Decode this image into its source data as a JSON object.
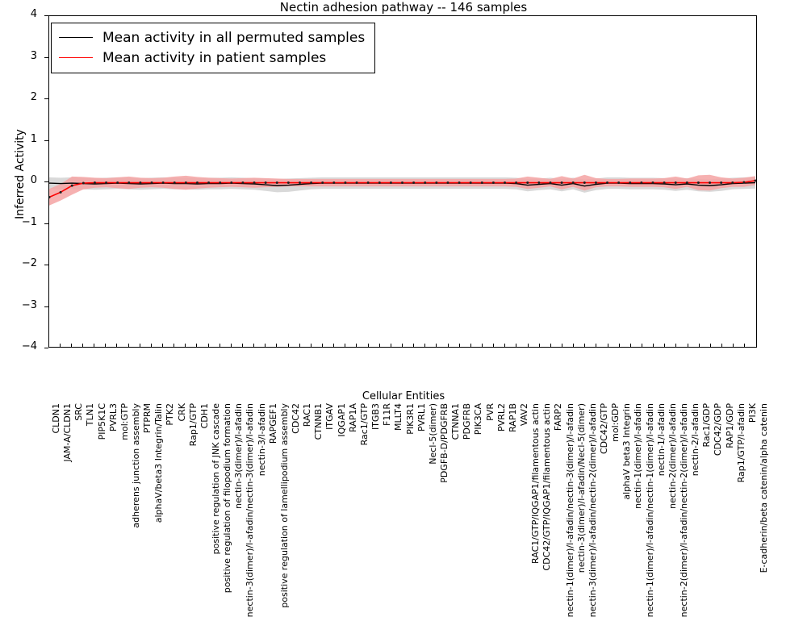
{
  "chart_data": {
    "type": "line",
    "title": "Nectin adhesion pathway -- 146 samples",
    "xlabel": "Cellular Entities",
    "ylabel": "Inferred Activity",
    "ylim": [
      -4,
      4
    ],
    "yticks": [
      -4,
      -3,
      -2,
      -1,
      0,
      1,
      2,
      3,
      4
    ],
    "ytick_labels": [
      "-4",
      "-3",
      "-2",
      "-1",
      "0",
      "1",
      "2",
      "3",
      "4"
    ],
    "grid": false,
    "legend_position": "upper left",
    "legend": [
      {
        "label": "Mean activity in all permuted samples",
        "color": "#000000"
      },
      {
        "label": "Mean activity in patient samples",
        "color": "#ff0000"
      }
    ],
    "categories": [
      "CLDN1",
      "JAM-A/CLDN1",
      "SRC",
      "TLN1",
      "PIP5K1C",
      "PVRL3",
      "mol:GTP",
      "adherens junction assembly",
      "PTPRM",
      "alphaV/beta3 Integrin/Talin",
      "PTK2",
      "CRK",
      "Rap1/GTP",
      "CDH1",
      "positive regulation of JNK cascade",
      "positive regulation of filopodium formation",
      "nectin-3(dimer)/l-afadin",
      "nectin-3(dimer)/l-afadin/nectin-3(dimer)/l-afadin",
      "nectin-3/l-afadin",
      "RAPGEF1",
      "positive regulation of lamellipodium assembly",
      "CDC42",
      "RAC1",
      "CTNNB1",
      "ITGAV",
      "IQGAP1",
      "RAP1A",
      "Rac1/GTP",
      "ITGB3",
      "F11R",
      "MLLT4",
      "PIK3R1",
      "PVRL1",
      "Necl-5(dimer)",
      "PDGFB-D/PDGFRB",
      "CTNNA1",
      "PDGFRB",
      "PIK3CA",
      "PVR",
      "PVRL2",
      "RAP1B",
      "VAV2",
      "RAC1/GTP/IQGAP1/filamentous actin",
      "CDC42/GTP/IQGAP1/filamentous actin",
      "FARP2",
      "nectin-1(dimer)/l-afadin/nectin-3(dimer)/l-afadin",
      "nectin-3(dimer)/l-afadin/Necl-5(dimer)",
      "nectin-3(dimer)/l-afadin/nectin-2(dimer)/l-afadin",
      "CDC42/GTP",
      "mol:GDP",
      "alphaV beta3 Integrin",
      "nectin-1(dimer)/l-afadin",
      "nectin-1(dimer)/l-afadin/nectin-1(dimer)/l-afadin",
      "nectin-1/l-afadin",
      "nectin-2(dimer)/l-afadin",
      "nectin-2(dimer)/l-afadin/nectin-2(dimer)/l-afadin",
      "nectin-2/l-afadin",
      "Rac1/GDP",
      "CDC42/GDP",
      "RAP1/GDP",
      "Rap1/GTP/l-afadin",
      "PI3K",
      "E-cadherin/beta catenin/alpha catenin"
    ],
    "series": [
      {
        "name": "Mean activity in all permuted samples",
        "color": "#000000",
        "values": [
          -0.04,
          -0.05,
          -0.04,
          -0.05,
          -0.06,
          -0.05,
          -0.04,
          -0.05,
          -0.06,
          -0.05,
          -0.04,
          -0.05,
          -0.05,
          -0.06,
          -0.05,
          -0.05,
          -0.04,
          -0.05,
          -0.06,
          -0.08,
          -0.1,
          -0.09,
          -0.07,
          -0.05,
          -0.04,
          -0.04,
          -0.04,
          -0.04,
          -0.04,
          -0.04,
          -0.04,
          -0.04,
          -0.04,
          -0.04,
          -0.04,
          -0.04,
          -0.04,
          -0.04,
          -0.04,
          -0.04,
          -0.04,
          -0.05,
          -0.09,
          -0.07,
          -0.05,
          -0.09,
          -0.05,
          -0.11,
          -0.07,
          -0.04,
          -0.04,
          -0.05,
          -0.05,
          -0.05,
          -0.06,
          -0.08,
          -0.06,
          -0.09,
          -0.1,
          -0.08,
          -0.05,
          -0.04,
          -0.03
        ],
        "band_upper": [
          0.1,
          0.09,
          0.1,
          0.09,
          0.08,
          0.09,
          0.1,
          0.09,
          0.08,
          0.09,
          0.1,
          0.09,
          0.09,
          0.08,
          0.09,
          0.09,
          0.1,
          0.09,
          0.08,
          0.07,
          0.06,
          0.07,
          0.08,
          0.09,
          0.1,
          0.1,
          0.1,
          0.1,
          0.1,
          0.1,
          0.1,
          0.1,
          0.1,
          0.1,
          0.1,
          0.1,
          0.1,
          0.1,
          0.1,
          0.1,
          0.1,
          0.09,
          0.06,
          0.07,
          0.09,
          0.06,
          0.09,
          0.05,
          0.07,
          0.1,
          0.1,
          0.09,
          0.09,
          0.09,
          0.08,
          0.07,
          0.08,
          0.06,
          0.05,
          0.07,
          0.09,
          0.1,
          0.11
        ],
        "band_lower": [
          -0.18,
          -0.19,
          -0.18,
          -0.19,
          -0.2,
          -0.19,
          -0.18,
          -0.19,
          -0.2,
          -0.19,
          -0.18,
          -0.19,
          -0.19,
          -0.2,
          -0.19,
          -0.19,
          -0.18,
          -0.19,
          -0.2,
          -0.23,
          -0.26,
          -0.25,
          -0.22,
          -0.19,
          -0.18,
          -0.18,
          -0.18,
          -0.18,
          -0.18,
          -0.18,
          -0.18,
          -0.18,
          -0.18,
          -0.18,
          -0.18,
          -0.18,
          -0.18,
          -0.18,
          -0.18,
          -0.18,
          -0.18,
          -0.19,
          -0.24,
          -0.21,
          -0.19,
          -0.24,
          -0.19,
          -0.27,
          -0.21,
          -0.18,
          -0.18,
          -0.19,
          -0.19,
          -0.19,
          -0.2,
          -0.23,
          -0.2,
          -0.24,
          -0.25,
          -0.23,
          -0.19,
          -0.18,
          -0.17
        ]
      },
      {
        "name": "Mean activity in patient samples",
        "color": "#ff0000",
        "values": [
          -0.38,
          -0.26,
          -0.1,
          -0.04,
          -0.03,
          -0.03,
          -0.03,
          -0.03,
          -0.03,
          -0.03,
          -0.03,
          -0.03,
          -0.03,
          -0.03,
          -0.03,
          -0.03,
          -0.03,
          -0.03,
          -0.03,
          -0.03,
          -0.03,
          -0.03,
          -0.03,
          -0.03,
          -0.03,
          -0.03,
          -0.03,
          -0.03,
          -0.03,
          -0.03,
          -0.03,
          -0.03,
          -0.03,
          -0.03,
          -0.03,
          -0.03,
          -0.03,
          -0.03,
          -0.03,
          -0.03,
          -0.03,
          -0.03,
          -0.03,
          -0.03,
          -0.03,
          -0.03,
          -0.03,
          -0.03,
          -0.03,
          -0.03,
          -0.03,
          -0.03,
          -0.03,
          -0.03,
          -0.03,
          -0.03,
          -0.03,
          -0.03,
          -0.03,
          -0.03,
          -0.03,
          -0.02,
          0.02
        ],
        "band_upper": [
          -0.18,
          -0.06,
          0.12,
          0.11,
          0.09,
          0.08,
          0.1,
          0.12,
          0.09,
          0.08,
          0.09,
          0.12,
          0.14,
          0.11,
          0.09,
          0.08,
          0.07,
          0.08,
          0.09,
          0.08,
          0.07,
          0.06,
          0.06,
          0.06,
          0.06,
          0.06,
          0.06,
          0.06,
          0.06,
          0.06,
          0.06,
          0.06,
          0.06,
          0.06,
          0.06,
          0.06,
          0.06,
          0.06,
          0.06,
          0.06,
          0.06,
          0.07,
          0.12,
          0.09,
          0.06,
          0.13,
          0.07,
          0.16,
          0.08,
          0.06,
          0.06,
          0.07,
          0.07,
          0.07,
          0.08,
          0.12,
          0.07,
          0.15,
          0.16,
          0.1,
          0.07,
          0.09,
          0.13
        ],
        "band_lower": [
          -0.58,
          -0.46,
          -0.32,
          -0.19,
          -0.15,
          -0.14,
          -0.16,
          -0.18,
          -0.15,
          -0.14,
          -0.15,
          -0.18,
          -0.2,
          -0.17,
          -0.15,
          -0.14,
          -0.13,
          -0.14,
          -0.15,
          -0.14,
          -0.13,
          -0.12,
          -0.12,
          -0.12,
          -0.12,
          -0.12,
          -0.12,
          -0.12,
          -0.12,
          -0.12,
          -0.12,
          -0.12,
          -0.12,
          -0.12,
          -0.12,
          -0.12,
          -0.12,
          -0.12,
          -0.12,
          -0.12,
          -0.12,
          -0.13,
          -0.18,
          -0.15,
          -0.12,
          -0.19,
          -0.13,
          -0.22,
          -0.14,
          -0.12,
          -0.12,
          -0.13,
          -0.13,
          -0.13,
          -0.14,
          -0.18,
          -0.13,
          -0.21,
          -0.22,
          -0.16,
          -0.13,
          -0.13,
          -0.09
        ]
      }
    ],
    "colors": {
      "permuted_line": "#000000",
      "permuted_band": "#cccccc",
      "patient_line": "#ff0000",
      "patient_band": "#f4a3a3",
      "marker": "#202020",
      "axis": "#000000",
      "background": "#ffffff"
    }
  }
}
